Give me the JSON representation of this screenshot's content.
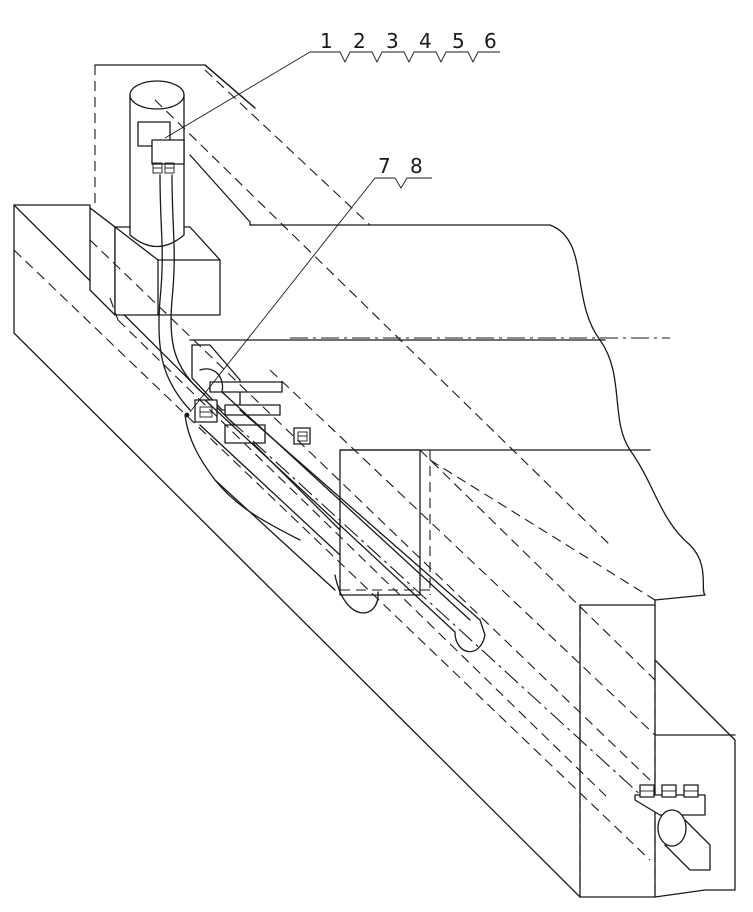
{
  "callouts": {
    "group_a": [
      "1",
      "2",
      "3",
      "4",
      "5",
      "6"
    ],
    "group_b": [
      "7",
      "8"
    ]
  },
  "colors": {
    "line": "#1a1a1a",
    "background": "#ffffff"
  }
}
